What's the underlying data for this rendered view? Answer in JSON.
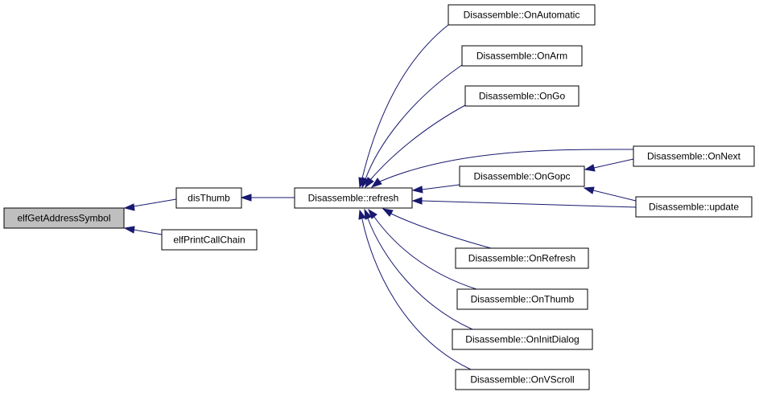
{
  "nodes": {
    "elfGetAddressSymbol": "elfGetAddressSymbol",
    "disThumb": "disThumb",
    "elfPrintCallChain": "elfPrintCallChain",
    "refresh": "Disassemble::refresh",
    "onAutomatic": "Disassemble::OnAutomatic",
    "onArm": "Disassemble::OnArm",
    "onGo": "Disassemble::OnGo",
    "onGopc": "Disassemble::OnGopc",
    "onNext": "Disassemble::OnNext",
    "update": "Disassemble::update",
    "onRefresh": "Disassemble::OnRefresh",
    "onThumb": "Disassemble::OnThumb",
    "onInitDialog": "Disassemble::OnInitDialog",
    "onVScroll": "Disassemble::OnVScroll"
  },
  "colors": {
    "edge": "#191970",
    "root_fill": "#bfbfbf",
    "node_fill": "#ffffff",
    "node_border": "#000000"
  }
}
